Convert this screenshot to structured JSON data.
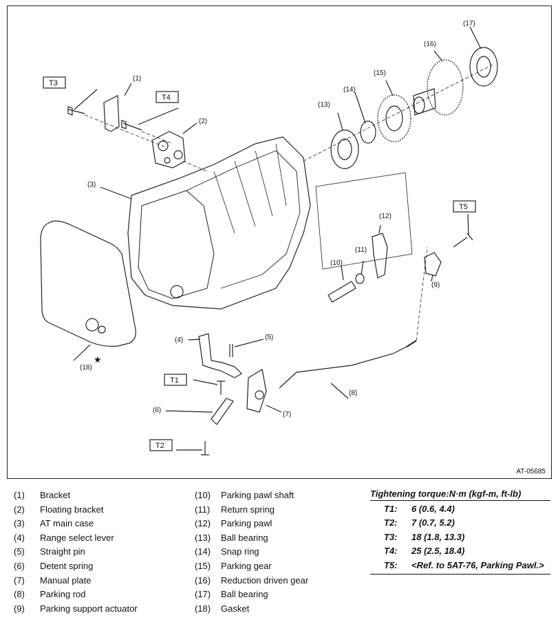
{
  "figure": {
    "code": "AT-05685",
    "callouts": [
      {
        "id": "c1",
        "text": "(1)"
      },
      {
        "id": "c2",
        "text": "(2)"
      },
      {
        "id": "c3",
        "text": "(3)"
      },
      {
        "id": "c4",
        "text": "(4)"
      },
      {
        "id": "c5",
        "text": "(5)"
      },
      {
        "id": "c6",
        "text": "(6)"
      },
      {
        "id": "c7",
        "text": "(7)"
      },
      {
        "id": "c8",
        "text": "(8)"
      },
      {
        "id": "c9",
        "text": "(9)"
      },
      {
        "id": "c10",
        "text": "(10)"
      },
      {
        "id": "c11",
        "text": "(11)"
      },
      {
        "id": "c12",
        "text": "(12)"
      },
      {
        "id": "c13",
        "text": "(13)"
      },
      {
        "id": "c14",
        "text": "(14)"
      },
      {
        "id": "c15",
        "text": "(15)"
      },
      {
        "id": "c16",
        "text": "(16)"
      },
      {
        "id": "c17",
        "text": "(17)"
      },
      {
        "id": "c18",
        "text": "(18)"
      }
    ],
    "torque_tags": {
      "t1": "T1",
      "t2": "T2",
      "t3": "T3",
      "t4": "T4",
      "t5": "T5"
    },
    "star": "★"
  },
  "legend": {
    "left": [
      {
        "num": "(1)",
        "name": "Bracket"
      },
      {
        "num": "(2)",
        "name": "Floating bracket"
      },
      {
        "num": "(3)",
        "name": "AT main case"
      },
      {
        "num": "(4)",
        "name": "Range select lever"
      },
      {
        "num": "(5)",
        "name": "Straight pin"
      },
      {
        "num": "(6)",
        "name": "Detent spring"
      },
      {
        "num": "(7)",
        "name": "Manual plate"
      },
      {
        "num": "(8)",
        "name": "Parking rod"
      },
      {
        "num": "(9)",
        "name": "Parking support actuator"
      }
    ],
    "middle": [
      {
        "num": "(10)",
        "name": "Parking pawl shaft"
      },
      {
        "num": "(11)",
        "name": "Return spring"
      },
      {
        "num": "(12)",
        "name": "Parking pawl"
      },
      {
        "num": "(13)",
        "name": "Ball bearing"
      },
      {
        "num": "(14)",
        "name": "Snap ring"
      },
      {
        "num": "(15)",
        "name": "Parking gear"
      },
      {
        "num": "(16)",
        "name": "Reduction driven gear"
      },
      {
        "num": "(17)",
        "name": "Ball bearing"
      },
      {
        "num": "(18)",
        "name": "Gasket"
      }
    ]
  },
  "torque": {
    "title": "Tightening torque:N·m (kgf-m, ft-lb)",
    "rows": [
      {
        "key": "T1:",
        "value": "6 (0.6, 4.4)"
      },
      {
        "key": "T2:",
        "value": "7 (0.7, 5.2)"
      },
      {
        "key": "T3:",
        "value": "18 (1.8, 13.3)"
      },
      {
        "key": "T4:",
        "value": "25 (2.5, 18.4)"
      },
      {
        "key": "T5:",
        "value": "<Ref. to 5AT-76, Parking Pawl.>"
      }
    ]
  }
}
